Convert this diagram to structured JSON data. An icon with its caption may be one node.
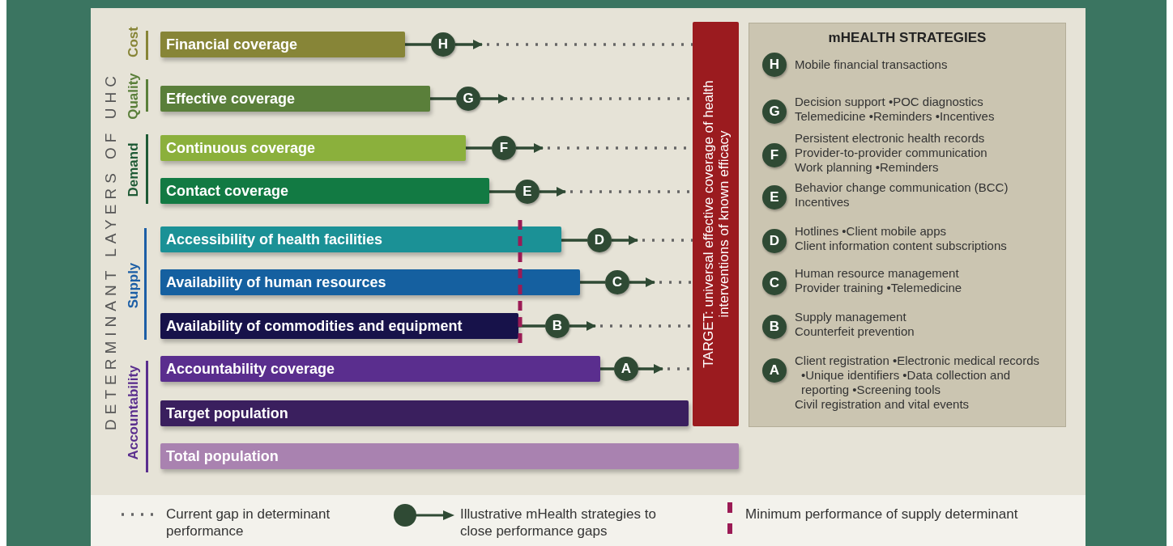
{
  "diagram": {
    "nodes": [
      {
        "text": [
          "Financial coverage"
        ]
      },
      {
        "text": [
          "Effective coverage"
        ]
      },
      {
        "text": [
          "Continuous coverage"
        ]
      },
      {
        "text": [
          "Contact coverage"
        ]
      },
      {
        "text": [
          "Accessibility of health facilities"
        ]
      },
      {
        "text": [
          "Availability of human resources"
        ]
      },
      {
        "text": [
          "Availability of commodities and equipment"
        ]
      },
      {
        "text": [
          "Accountability coverage"
        ]
      },
      {
        "text": [
          "Target population"
        ]
      },
      {
        "text": [
          "Total population"
        ]
      },
      {
        "text": [
          "TARGET: universal effective coverage of health interventions of known efficacy"
        ]
      },
      {
        "text": [
          "H"
        ]
      },
      {
        "text": [
          "G"
        ]
      },
      {
        "text": [
          "F"
        ]
      },
      {
        "text": [
          "E"
        ]
      },
      {
        "text": [
          "D"
        ]
      },
      {
        "text": [
          "C"
        ]
      },
      {
        "text": [
          "B"
        ]
      },
      {
        "text": [
          "A"
        ]
      },
      {
        "text": [
          "mHEALTH STRATEGIES"
        ]
      },
      {
        "text": [
          "H"
        ],
        "in": 19,
        "beside": [
          "Mobile financial transactions"
        ]
      },
      {
        "text": [
          "G"
        ],
        "in": 19,
        "beside": [
          "Decision support •POC diagnostics",
          "Telemedicine •Reminders •Incentives"
        ]
      },
      {
        "text": [
          "F"
        ],
        "in": 19,
        "beside": [
          "Persistent electronic health records",
          "Provider-to-provider communication",
          "Work planning •Reminders"
        ]
      },
      {
        "text": [
          "E"
        ],
        "in": 19,
        "beside": [
          "Behavior change communication (BCC)",
          "Incentives"
        ]
      },
      {
        "text": [
          "D"
        ],
        "in": 19,
        "beside": [
          "Hotlines •Client mobile apps",
          "Client information content subscriptions"
        ]
      },
      {
        "text": [
          "C"
        ],
        "in": 19,
        "beside": [
          "Human resource management",
          "Provider training •Telemedicine"
        ]
      },
      {
        "text": [
          "B"
        ],
        "in": 19,
        "beside": [
          "Supply management",
          "Counterfeit prevention"
        ]
      },
      {
        "text": [
          "A"
        ],
        "in": 19,
        "beside": [
          "Client registration •Electronic medical records •Unique identifiers •Data collection and reporting •Screening tools",
          "Civil registration and vital events"
        ]
      }
    ],
    "edges": [
      {
        "from": 0,
        "to": 11,
        "arrow": "none"
      },
      {
        "from": 11,
        "to": null,
        "arrow": "to"
      },
      {
        "from": null,
        "to": 10,
        "arrow": "none",
        "style": "dashed",
        "color": "#666666"
      },
      {
        "from": 1,
        "to": 12,
        "arrow": "none"
      },
      {
        "from": 12,
        "to": null,
        "arrow": "to"
      },
      {
        "from": null,
        "to": 10,
        "arrow": "none",
        "style": "dashed",
        "color": "#666666"
      },
      {
        "from": 2,
        "to": 13,
        "arrow": "none"
      },
      {
        "from": 13,
        "to": null,
        "arrow": "to"
      },
      {
        "from": null,
        "to": 10,
        "arrow": "none",
        "style": "dashed",
        "color": "#666666"
      },
      {
        "from": 3,
        "to": 14,
        "arrow": "none"
      },
      {
        "from": 14,
        "to": null,
        "arrow": "to"
      },
      {
        "from": null,
        "to": 10,
        "arrow": "none",
        "style": "dashed",
        "color": "#666666"
      },
      {
        "from": 4,
        "to": 15,
        "arrow": "none"
      },
      {
        "from": 15,
        "to": null,
        "arrow": "to"
      },
      {
        "from": null,
        "to": 10,
        "arrow": "none",
        "style": "dashed",
        "color": "#666666"
      },
      {
        "from": 5,
        "to": 16,
        "arrow": "none"
      },
      {
        "from": 16,
        "to": null,
        "arrow": "to"
      },
      {
        "from": null,
        "to": 10,
        "arrow": "none",
        "style": "dashed",
        "color": "#666666"
      },
      {
        "from": 6,
        "to": 17,
        "arrow": "none"
      },
      {
        "from": 17,
        "to": null,
        "arrow": "to"
      },
      {
        "from": null,
        "to": 10,
        "arrow": "none",
        "style": "dashed",
        "color": "#666666"
      },
      {
        "from": 7,
        "to": 18,
        "arrow": "none"
      },
      {
        "from": 18,
        "to": null,
        "arrow": "to"
      },
      {
        "from": null,
        "to": 10,
        "arrow": "none",
        "style": "dashed",
        "color": "#666666"
      }
    ],
    "labels": [
      "DETERMINANT LAYERS OF UHC",
      "Cost",
      "Quality",
      "Demand",
      "Supply",
      "Accountability"
    ],
    "legend": [
      {
        "text": "Current gap in determinant performance"
      },
      {
        "text": "Illustrative mHealth strategies to close performance gaps"
      },
      {
        "text": "Minimum performance of supply determinant"
      }
    ]
  }
}
